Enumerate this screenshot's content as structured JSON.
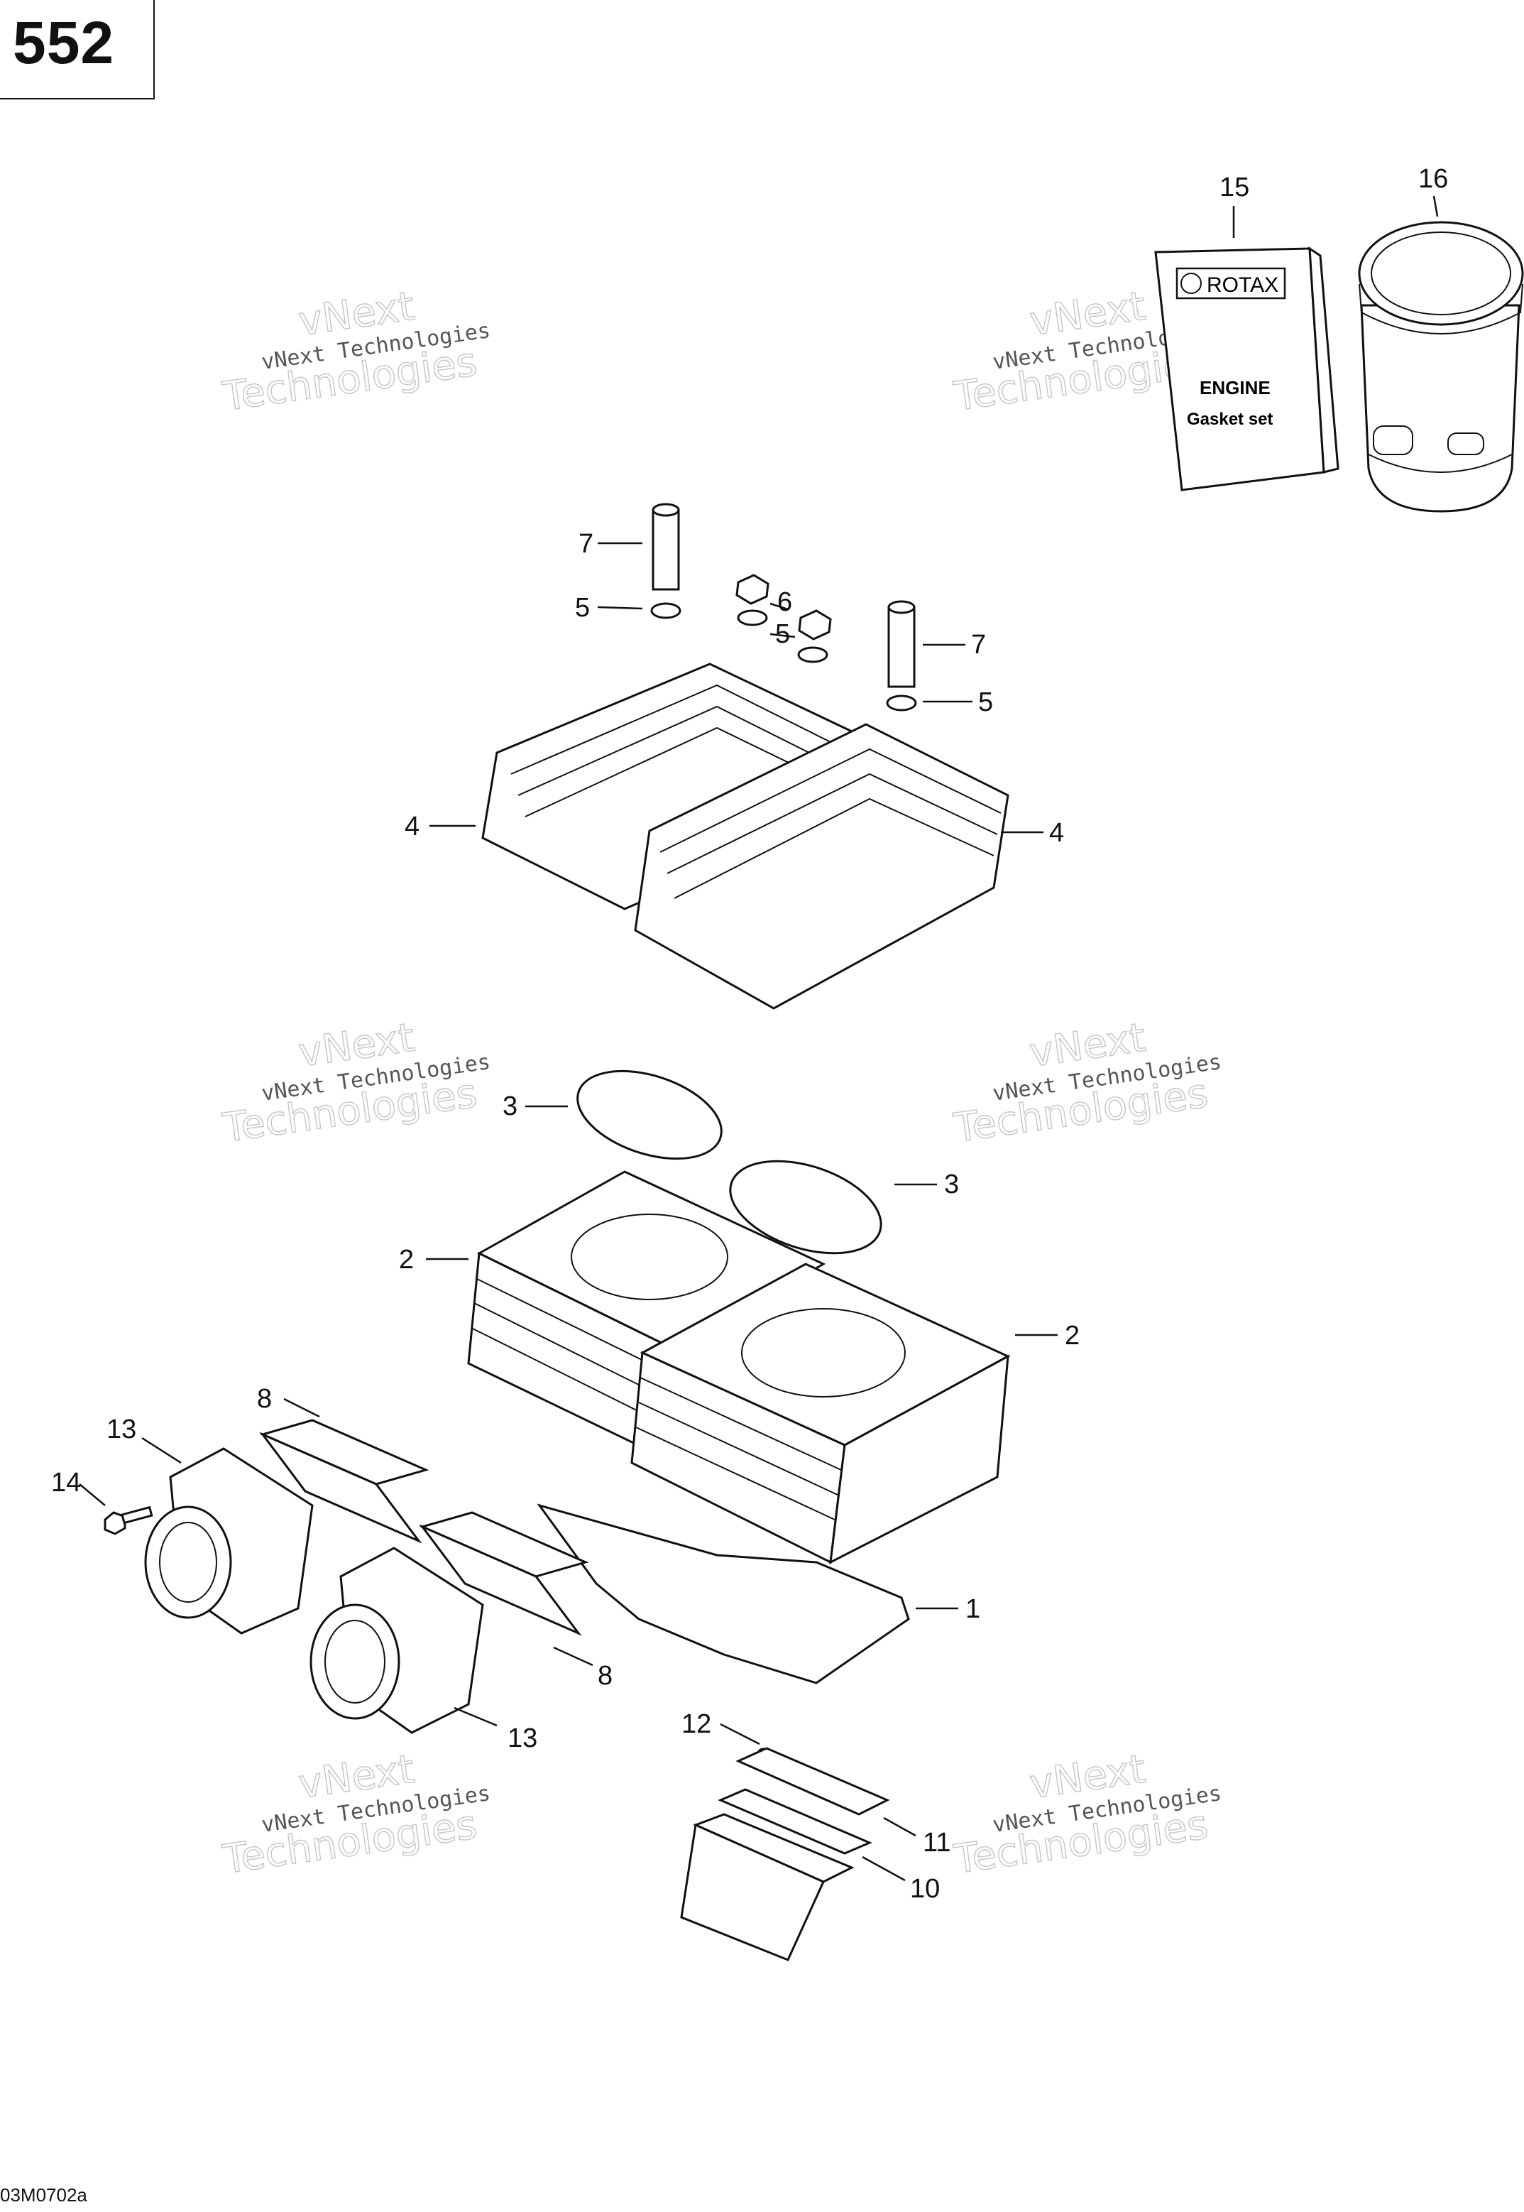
{
  "page": {
    "number": "552",
    "figure_code": "03M0702a"
  },
  "watermark": {
    "line1": "vNext",
    "line2": "vNext Technologies",
    "line3": "Technologies"
  },
  "gasket_set": {
    "brand": "ROTAX",
    "line1": "ENGINE",
    "line2": "Gasket set"
  },
  "callouts": {
    "c1": "1",
    "c2a": "2",
    "c2b": "2",
    "c3a": "3",
    "c3b": "3",
    "c4a": "4",
    "c4b": "4",
    "c5a": "5",
    "c5b": "5",
    "c5c": "5",
    "c6": "6",
    "c7a": "7",
    "c7b": "7",
    "c8a": "8",
    "c8b": "8",
    "c10": "10",
    "c11": "11",
    "c12": "12",
    "c13a": "13",
    "c13b": "13",
    "c14": "14",
    "c15": "15",
    "c16": "16"
  }
}
